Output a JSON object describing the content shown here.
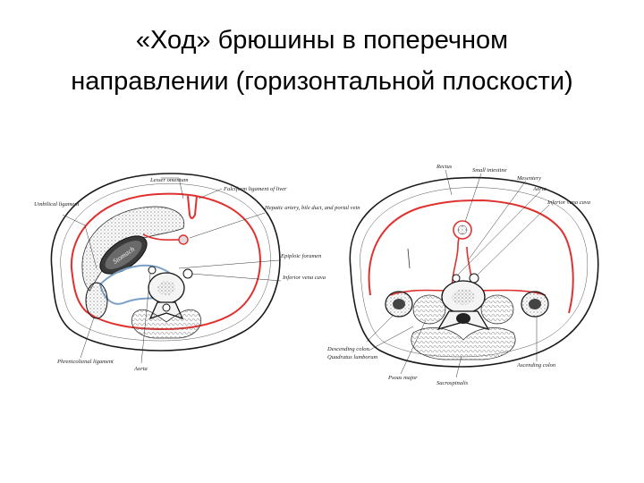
{
  "title": {
    "line1": "«Ход» брюшины в поперечном",
    "line2": "направлении (горизонтальной плоскости)"
  },
  "colors": {
    "peritoneum": "#e0312f",
    "omental_bursa": "#7aa0c8",
    "outline": "#1a1a1a"
  },
  "left_figure": {
    "labels": {
      "lower_omentum": "Lesser omentum",
      "falciform": "Falciform ligament of liver",
      "umbilical": "Umbilical ligament",
      "stomach": "Stomach",
      "hepatic_artery": "Hepatic artery, bile duct, and portal vein",
      "epiploic_foramen": "Epiploic foramen",
      "inferior_vena_cava": "Inferior vena cava",
      "phrenicolienal": "Phrenicolienal ligament",
      "aorta": "Aorta"
    }
  },
  "right_figure": {
    "labels": {
      "rectus": "Rectus",
      "small_intestine": "Small intestine",
      "mesentery": "Mesentery",
      "aorta": "Aorta",
      "inferior_vena_cava": "Inferior vena cava",
      "descending_colon": "Descending colon",
      "quadratus_lumborum": "Quadratus lumborum",
      "psoas_major": "Psoas major",
      "sacrospinalis": "Sacrospinalis",
      "ascending_colon": "Ascending colon"
    }
  }
}
